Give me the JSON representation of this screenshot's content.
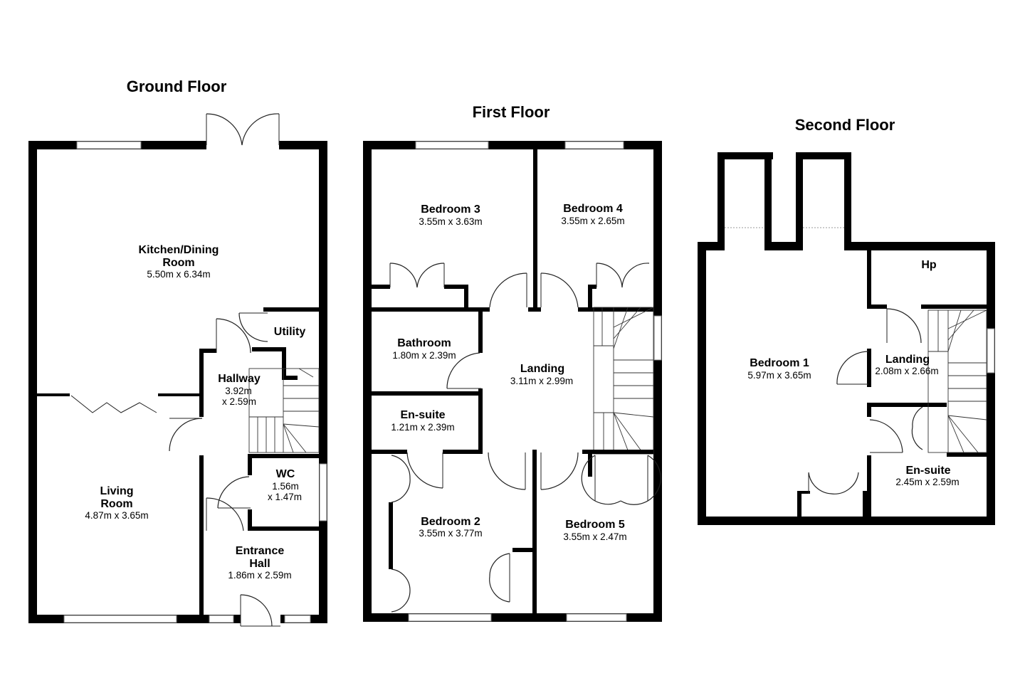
{
  "floors": {
    "ground": {
      "title": "Ground Floor",
      "rooms": {
        "kitchen": {
          "name_line1": "Kitchen/Dining",
          "name_line2": "Room",
          "dims": "5.50m x 6.34m"
        },
        "utility": {
          "name": "Utility"
        },
        "hallway": {
          "name": "Hallway",
          "dims_line1": "3.92m",
          "dims_line2": "x 2.59m"
        },
        "wc": {
          "name": "WC",
          "dims_line1": "1.56m",
          "dims_line2": "x 1.47m"
        },
        "living": {
          "name_line1": "Living",
          "name_line2": "Room",
          "dims": "4.87m x 3.65m"
        },
        "entrance": {
          "name_line1": "Entrance",
          "name_line2": "Hall",
          "dims": "1.86m x 2.59m"
        }
      }
    },
    "first": {
      "title": "First Floor",
      "rooms": {
        "bedroom3": {
          "name": "Bedroom 3",
          "dims": "3.55m x 3.63m"
        },
        "bedroom4": {
          "name": "Bedroom 4",
          "dims": "3.55m x 2.65m"
        },
        "bathroom": {
          "name": "Bathroom",
          "dims": "1.80m x 2.39m"
        },
        "landing": {
          "name": "Landing",
          "dims": "3.11m x 2.99m"
        },
        "ensuite": {
          "name": "En-suite",
          "dims": "1.21m x 2.39m"
        },
        "bedroom2": {
          "name": "Bedroom 2",
          "dims": "3.55m x 3.77m"
        },
        "bedroom5": {
          "name": "Bedroom 5",
          "dims": "3.55m x 2.47m"
        }
      }
    },
    "second": {
      "title": "Second Floor",
      "rooms": {
        "bedroom1": {
          "name": "Bedroom 1",
          "dims": "5.97m x 3.65m"
        },
        "hp": {
          "name": "Hp"
        },
        "landing": {
          "name": "Landing",
          "dims": "2.08m x 2.66m"
        },
        "ensuite": {
          "name": "En-suite",
          "dims": "2.45m x 2.59m"
        }
      }
    }
  }
}
